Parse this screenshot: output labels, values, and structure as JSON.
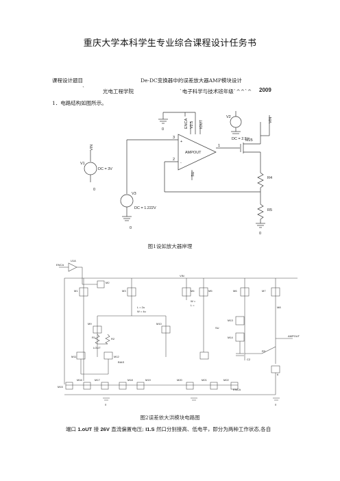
{
  "document": {
    "title": "重庆大学本科学生专业综合课程设计任务书",
    "line1": {
      "label": "课程设计题目",
      "value": "De-DC变换器中的误差放大器AMP模块设计"
    },
    "line2": {
      "tick1": "`",
      "college": "光电工程学院",
      "tick2": "`电子科学与技术班年级`^^`^",
      "year": "2009"
    },
    "section1": "1．电路结构如图所示。",
    "figure1": {
      "caption": "图1设如放大器岸理",
      "labels": {
        "gnd_top": "0",
        "enca": "ENCA",
        "v2p5": "V2.5",
        "iout": "IOUT",
        "v2": "V2",
        "dc25": "DC = 2.5V",
        "vin_top": "VIN",
        "m25": "M25",
        "pin3": "3",
        "pin1": "1",
        "pin2": "2",
        "plus": "+",
        "minus": "-",
        "ampout": "AMPOUT",
        "su": "SU",
        "vin_left": "VIN",
        "v1": "V1",
        "dc3": "DC = 3V",
        "gnd_v1": "0",
        "v3": "V3",
        "dc1222": "DC = 1.222V",
        "gnd_v3": "0",
        "r4": "R4",
        "r5": "R5",
        "gnd_r5": "0"
      }
    },
    "figure2": {
      "caption": "图2误差依大洪模块电路图",
      "labels": {
        "u1a": "U1A",
        "enca": "ENCA",
        "vin": "VIN",
        "m2": "M2",
        "m1": "M1",
        "m3": "M3",
        "m4": "M4",
        "m5": "M5",
        "m6": "M6",
        "m7": "M7",
        "m8": "M8",
        "note1": "L = 2u",
        "note2": "W = 4u",
        "note3": "W =",
        "note4": "L =",
        "r1": "R1",
        "r2": "R2",
        "lout": "LOUT",
        "m9": "M9",
        "m10": "M10",
        "m11": "M11",
        "m12": "M12",
        "m13": "M13",
        "m14": "M14",
        "c2": "C2",
        "ampout": "AMPOUT",
        "su": "SU",
        "bias": "BIAS",
        "m15": "M15",
        "m16": "M16",
        "m17": "M17",
        "m18": "M18",
        "m19": "M19",
        "m20": "M20",
        "m21": "M21",
        "m22": "M22",
        "enca2": "ENCA",
        "r3": "R3",
        "gnd": "0",
        "six": "6",
        "zero2": "0"
      }
    },
    "footer": {
      "pre": "端口",
      "p1": "1.oUT",
      "mid1": "接",
      "p2": "26V",
      "mid2": "直流偏置电压;",
      "p3": "I1.S",
      "post": "然口分别接高、低电平，即分为两种工作状态,各自"
    }
  }
}
